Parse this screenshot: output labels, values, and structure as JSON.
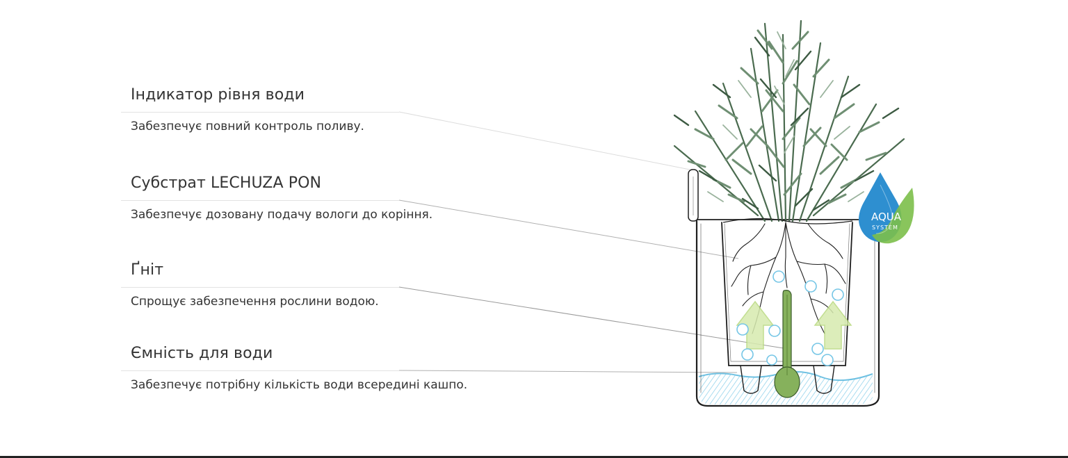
{
  "features": [
    {
      "title": "Індикатор рівня води",
      "description": "Забезпечує повний контроль поливу."
    },
    {
      "title": "Субстрат LECHUZA PON",
      "description": "Забезпечує дозовану подачу вологи до коріння."
    },
    {
      "title": "Ґніт",
      "description": "Спрощує забезпечення рослини водою."
    },
    {
      "title": "Ємність для води",
      "description": "Забезпечує потрібну кількість води всередині кашпо."
    }
  ],
  "badge": {
    "main": "AQUA",
    "sub": "SYSTEM"
  },
  "colors": {
    "leaf_dark": "#3f5e45",
    "leaf_light": "#7c9a80",
    "water": "#8fd0ea",
    "arrow": "#c9e39a",
    "wick": "#7ea85a",
    "badge_blue": "#2e8fd0",
    "badge_green": "#7cbf4a"
  }
}
